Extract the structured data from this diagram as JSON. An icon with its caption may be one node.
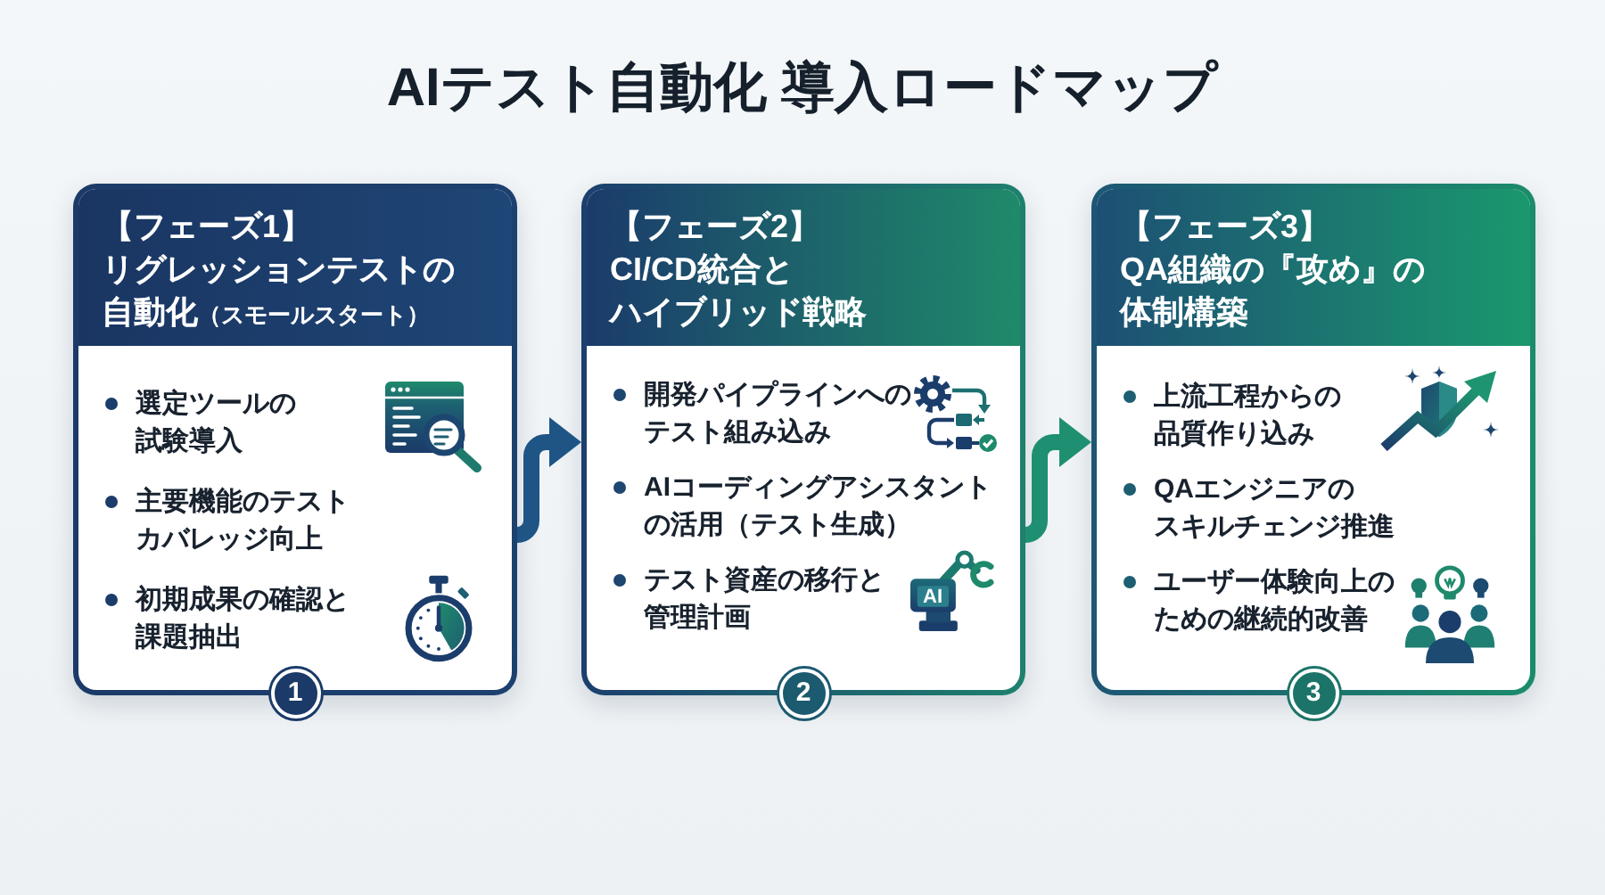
{
  "diagram": {
    "title": "AIテスト自動化 導入ロードマップ",
    "nodes": [
      {
        "text": [
          "【フェーズ1】",
          "リグレッションテストの自動化（スモールスタート）",
          "選定ツールの試験導入",
          "主要機能のテストカバレッジ向上",
          "初期成果の確認と課題抽出",
          "1"
        ]
      },
      {
        "text": [
          "【フェーズ2】",
          "CI/CD統合とハイブリッド戦略",
          "開発パイプラインへのテスト組み込み",
          "AIコーディングアシスタントの活用（テスト生成）",
          "テスト資産の移行と管理計画",
          "2"
        ]
      },
      {
        "text": [
          "【フェーズ3】",
          "QA組織の『攻め』の体制構築",
          "上流工程からの品質作り込み",
          "QAエンジニアのスキルチェンジ推進",
          "ユーザー体験向上のための継続的改善",
          "3"
        ]
      }
    ],
    "edges": [
      {
        "from": 0,
        "to": 1,
        "arrow": "to",
        "color": "#1e5585"
      },
      {
        "from": 1,
        "to": 2,
        "arrow": "to",
        "color": "#1f8f72"
      }
    ],
    "labels": [
      "AI"
    ]
  }
}
